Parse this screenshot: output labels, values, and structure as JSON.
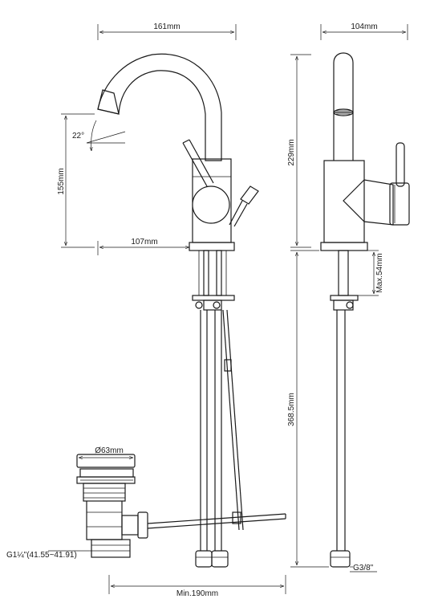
{
  "dimensions": {
    "spout_reach": "161mm",
    "side_depth": "104mm",
    "spout_angle": "22°",
    "spout_height": "155mm",
    "total_height": "229mm",
    "base_offset": "107mm",
    "max_deck": "Max.54mm",
    "hose_length": "368.5mm",
    "waste_diameter": "Ø63mm",
    "waste_thread": "G1¼\"(41.55~41.91)",
    "min_distance": "Min.190mm",
    "hose_thread": "G3/8\""
  }
}
